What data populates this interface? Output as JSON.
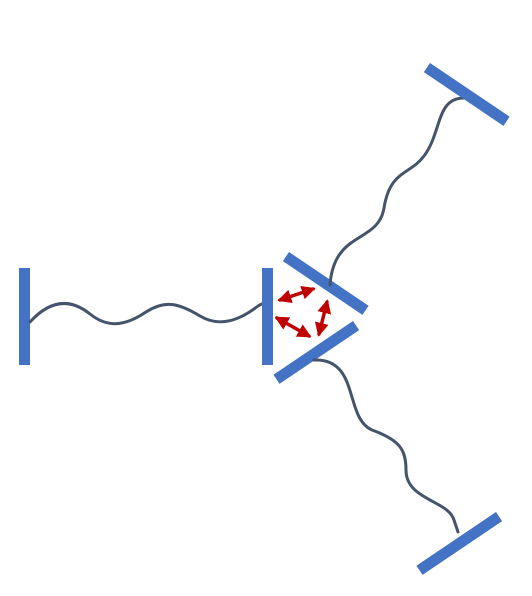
{
  "diagram": {
    "plate_color": "#4472c4",
    "wave_color": "#44546a",
    "arrow_color": "#c00000",
    "plate_count": 6,
    "wave_count": 3,
    "arrow_count": 3
  }
}
